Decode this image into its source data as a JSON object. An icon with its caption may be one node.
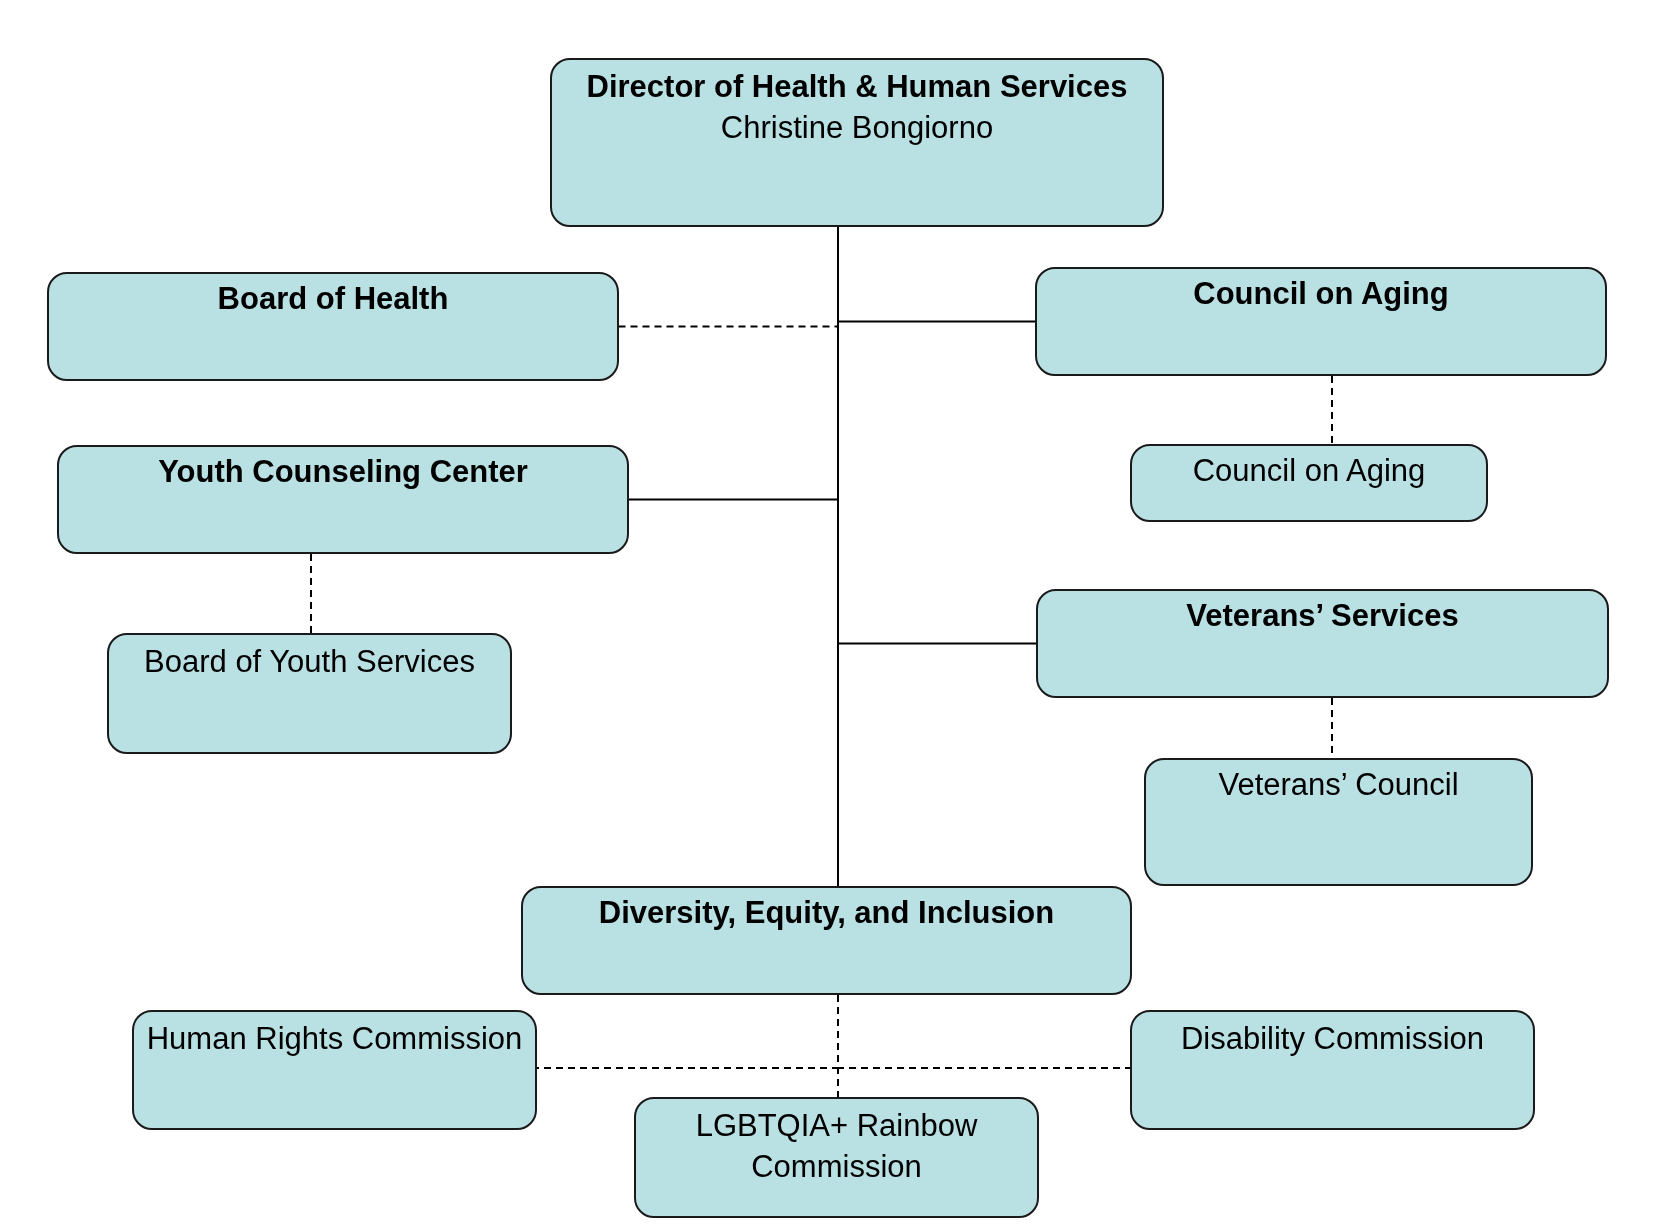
{
  "diagram": {
    "nodes": [
      {
        "text": [
          "Director of Health & Human Services",
          "Christine Bongiorno"
        ]
      },
      {
        "text": [
          "Board of Health"
        ]
      },
      {
        "text": [
          "Council on Aging"
        ]
      },
      {
        "text": [
          "Council on Aging"
        ]
      },
      {
        "text": [
          "Youth Counseling Center"
        ]
      },
      {
        "text": [
          "Board of Youth Services"
        ]
      },
      {
        "text": [
          "Veterans’ Services"
        ]
      },
      {
        "text": [
          "Veterans’ Council"
        ]
      },
      {
        "text": [
          "Diversity, Equity, and Inclusion"
        ]
      },
      {
        "text": [
          "Human Rights Commission"
        ]
      },
      {
        "text": [
          "LGBTQIA+ Rainbow Commission"
        ]
      },
      {
        "text": [
          "Disability Commission"
        ]
      }
    ],
    "edges": [
      {
        "from": 0,
        "to": 1,
        "arrow": "none",
        "style": "dashed"
      },
      {
        "from": 0,
        "to": 2,
        "arrow": "none"
      },
      {
        "from": 0,
        "to": 4,
        "arrow": "none"
      },
      {
        "from": 0,
        "to": 6,
        "arrow": "none"
      },
      {
        "from": 0,
        "to": 8,
        "arrow": "none"
      },
      {
        "from": 2,
        "to": 3,
        "arrow": "none",
        "style": "dashed"
      },
      {
        "from": 4,
        "to": 5,
        "arrow": "none",
        "style": "dashed"
      },
      {
        "from": 6,
        "to": 7,
        "arrow": "none",
        "style": "dashed"
      },
      {
        "from": 8,
        "to": 9,
        "arrow": "none",
        "style": "dashed"
      },
      {
        "from": 8,
        "to": 10,
        "arrow": "none",
        "style": "dashed"
      },
      {
        "from": 8,
        "to": 11,
        "arrow": "none",
        "style": "dashed"
      }
    ]
  }
}
